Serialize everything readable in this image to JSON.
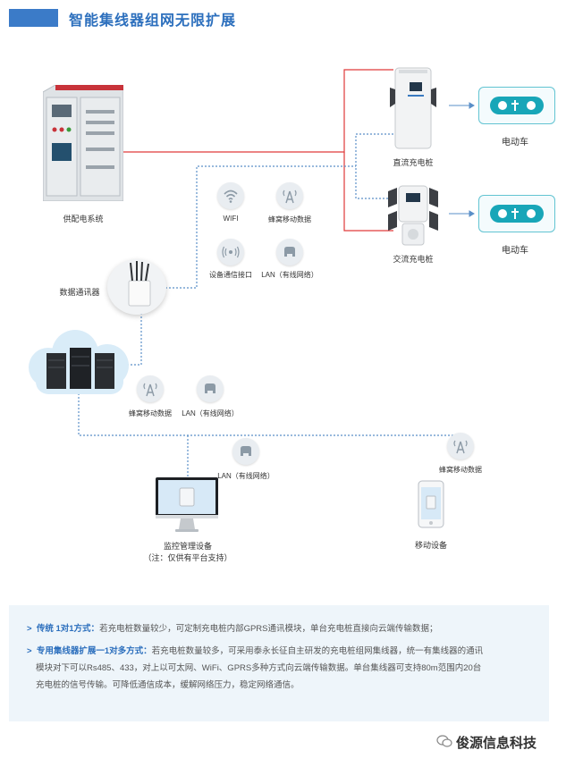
{
  "title": "智能集线器组网无限扩展",
  "nodes": {
    "power_system": "供配电系统",
    "dc_pile": "直流充电桩",
    "ac_pile": "交流充电桩",
    "ev1": "电动车",
    "ev2": "电动车",
    "data_comm": "数据通讯器",
    "monitor": "监控管理设备",
    "monitor_note": "（注：仅供有平台支持）",
    "mobile": "移动设备"
  },
  "icons": {
    "wifi": "WIFI",
    "cellular1": "蜂窝移动数据",
    "device_port": "设备通信接口",
    "lan1": "LAN（有线网络）",
    "cellular2": "蜂窝移动数据",
    "lan2": "LAN（有线网络）",
    "lan3": "LAN（有线网络）",
    "cellular3": "蜂窝移动数据"
  },
  "notes": [
    {
      "marker": ">",
      "head": "传统 1对1方式：",
      "text": "若充电桩数量较少，可定制充电桩内部GPRS通讯模块，单台充电桩直接向云端传输数据；"
    },
    {
      "marker": ">",
      "head": "专用集线器扩展一1对多方式：",
      "text": "若充电桩数量较多，可采用泰永长征自主研发的充电桩组网集线器，统一有集线器的通讯"
    }
  ],
  "notes_cont": [
    "模块对下可以Rs485、433，对上以可太网、WiFi、GPRS多种方式向云端传输数据。单台集线器可支持80m范围内20台",
    "充电桩的信号传输。可降低通信成本，缓解网络压力，稳定网络通信。"
  ],
  "watermark": "俊源信息科技",
  "colors": {
    "accent": "#2c6fbd",
    "power_line": "#e03a3a",
    "data_line": "#5a8fc8",
    "ev_teal": "#18a6b8"
  }
}
